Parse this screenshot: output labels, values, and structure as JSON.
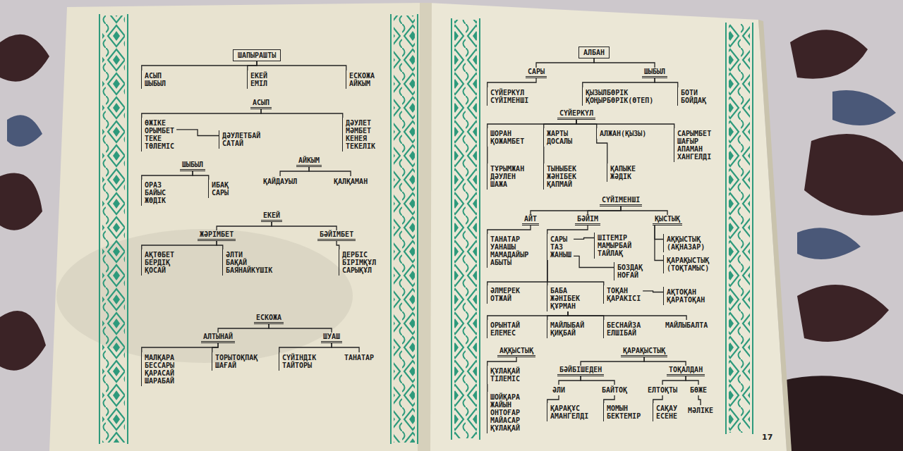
{
  "diagram": {
    "nodes": [
      {
        "text": [
          "ШАПЫРАШТЫ"
        ]
      },
      {
        "text": [
          "АСЫП",
          "ШЫБЫЛ"
        ]
      },
      {
        "text": [
          "ЕКЕЙ",
          "ЕМІЛ"
        ]
      },
      {
        "text": [
          "ЕСКОЖА",
          "АЙКЫМ"
        ]
      },
      {
        "text": [
          "АСЫП"
        ]
      },
      {
        "text": [
          "ӨЖІКЕ",
          "ОРЫМБЕТ",
          "ТЕКЕ",
          "ТӨЛЕМІС"
        ]
      },
      {
        "text": [
          "ДӘУЛЕТБАЙ",
          "САТАЙ"
        ]
      },
      {
        "text": [
          "ДӘУЛЕТ",
          "МӘМБЕТ",
          "КЕНЕЯ",
          "ТЕКЕЛІК"
        ]
      },
      {
        "text": [
          "ШЫБЫЛ"
        ]
      },
      {
        "text": [
          "АЙКЫМ"
        ]
      },
      {
        "text": [
          "ОРАЗ",
          "БАЙЫС",
          "ЖӨДІК"
        ]
      },
      {
        "text": [
          "ИБАҚ",
          "САРЫ"
        ]
      },
      {
        "text": [
          "ҚАЙДАУЫЛ"
        ]
      },
      {
        "text": [
          "ҚАЛҚАМАН"
        ]
      },
      {
        "text": [
          "ЕКЕЙ"
        ]
      },
      {
        "text": [
          "ЖӘРІМБЕТ"
        ]
      },
      {
        "text": [
          "БӘЙІМБЕТ"
        ]
      },
      {
        "text": [
          "АҚТӨБЕТ",
          "БЕРДІҚ",
          "ҚОСАЙ"
        ]
      },
      {
        "text": [
          "ӘЛТИ",
          "БАҚАЙ",
          "БАЯНАЙКҮШІК"
        ]
      },
      {
        "text": [
          "ДЕРБІС",
          "БІРІМҚҰЛ",
          "САРЫҚҰЛ"
        ]
      },
      {
        "text": [
          "ЕСКОЖА"
        ]
      },
      {
        "text": [
          "АЛТЫНАЙ"
        ]
      },
      {
        "text": [
          "ШУАШ"
        ]
      },
      {
        "text": [
          "МАЛҚАРА",
          "БЕССАРЫ",
          "ҚАРАСАЙ",
          "ШАРАБАЙ"
        ]
      },
      {
        "text": [
          "ТОРЫТОҚПАҚ",
          "ШАҒАЙ"
        ]
      },
      {
        "text": [
          "СҮЙІНДІК",
          "ТАЙТОРЫ"
        ]
      },
      {
        "text": [
          "ТАНАТАР"
        ]
      },
      {
        "text": [
          "АЛБАН"
        ]
      },
      {
        "text": [
          "САРЫ"
        ]
      },
      {
        "text": [
          "ШЫБЫЛ"
        ]
      },
      {
        "text": [
          "СҮЙЕРКҮЛ",
          "СҮЙІМЕНШІ"
        ]
      },
      {
        "text": [
          "ҚЫЗЫЛБӨРІК",
          "ҚОҢЫРБӨРІК(ӨТЕП)"
        ]
      },
      {
        "text": [
          "БОТИ",
          "БОЙДАҚ"
        ]
      },
      {
        "text": [
          "СҮЙЕРКҮЛ"
        ]
      },
      {
        "text": [
          "ШОРАН",
          "ҚОЖАМБЕТ"
        ]
      },
      {
        "text": [
          "ЖАРТЫ",
          "ДОСАЛЫ"
        ]
      },
      {
        "text": [
          "АЛЖАН(ҚЫЗЫ)"
        ]
      },
      {
        "text": [
          "САРЫМБЕТ",
          "ШАҒЫР",
          "АПАМАН",
          "ХАНГЕЛДІ"
        ]
      },
      {
        "text": [
          "ТҰРЫМЖАН",
          "ДӘУЛЕН",
          "ШАЖА"
        ]
      },
      {
        "text": [
          "ТЫНЫБЕК",
          "ЖӘНІБЕК",
          "ҚАПМАЙ"
        ]
      },
      {
        "text": [
          "ҚАПЫКЕ",
          "ЖӘДІК"
        ]
      },
      {
        "text": [
          "СҮЙІМЕНШІ"
        ]
      },
      {
        "text": [
          "АЙТ"
        ]
      },
      {
        "text": [
          "БӘЙІМ"
        ]
      },
      {
        "text": [
          "ҚЫСТЫҚ"
        ]
      },
      {
        "text": [
          "ТАНАТАР",
          "УАНАШЫ",
          "МАМАДАЙЫР",
          "АБЫТЫ"
        ]
      },
      {
        "text": [
          "САРЫ",
          "ТАЗ",
          "ЖАНЫШ"
        ]
      },
      {
        "text": [
          "ШІТЕМІР",
          "МАМЫРБАЙ",
          "ТАЙЛАҚ"
        ]
      },
      {
        "text": [
          "БОЗДАҚ",
          "НОҒАЙ"
        ]
      },
      {
        "text": [
          "АҚҚЫСТЫҚ (АҚНАЗАР)"
        ]
      },
      {
        "text": [
          "ҚАРАҚЫСТЫҚ (ТОҚТАМЫС)"
        ]
      },
      {
        "text": [
          "ӘЛМЕРЕК",
          "ОТЖАЙ"
        ]
      },
      {
        "text": [
          "БАБА",
          "ЖӘНІБЕК",
          "ҚҰРМАН"
        ]
      },
      {
        "text": [
          "ТОҚАН",
          "ҚАРАКІСІ"
        ]
      },
      {
        "text": [
          "АҚТОҚАН",
          "ҚАРАТОҚАН"
        ]
      },
      {
        "text": [
          "ОРЫНТАЙ",
          "ЕЛЕМЕС"
        ]
      },
      {
        "text": [
          "МАЙЛЫБАЙ",
          "ҚИҚБАЙ"
        ]
      },
      {
        "text": [
          "БЕСНАЙЗА",
          "ЕЛШІБАЙ"
        ]
      },
      {
        "text": [
          "МАЙЛЫБАЛТА"
        ]
      },
      {
        "text": [
          "АҚҚЫСТЫҚ"
        ]
      },
      {
        "text": [
          "ҚАРАҚЫСТЫҚ"
        ]
      },
      {
        "text": [
          "ҚҰЛАҚАЙ",
          "ТІЛЕМІС"
        ]
      },
      {
        "text": [
          "ШОЙҚАРА",
          "ЖАЙЫН",
          "ОНТОҒАР",
          "МАЙАСАР",
          "ҚҰЛАҚАЙ"
        ]
      },
      {
        "text": [
          "БӘЙБІШЕДЕН"
        ]
      },
      {
        "text": [
          "ТОҚАЛДАН"
        ]
      },
      {
        "text": [
          "ӘЛИ"
        ]
      },
      {
        "text": [
          "БАЙТОҚ"
        ]
      },
      {
        "text": [
          "ЕЛТОҚТЫ"
        ]
      },
      {
        "text": [
          "БӨЖЕ"
        ]
      },
      {
        "text": [
          "ҚАРАҚҰС",
          "АМАНГЕЛДІ"
        ]
      },
      {
        "text": [
          "МОМЫН",
          "БЕКТЕМІР"
        ]
      },
      {
        "text": [
          "САҚАУ",
          "ЕСЕНЕ"
        ]
      },
      {
        "text": [
          "МӘЛІКЕ"
        ]
      }
    ],
    "edges": [
      {
        "from": 0,
        "to": 1,
        "arrow": "none"
      },
      {
        "from": 0,
        "to": 2,
        "arrow": "none"
      },
      {
        "from": 0,
        "to": 3,
        "arrow": "none"
      },
      {
        "from": 4,
        "to": 5,
        "arrow": "none"
      },
      {
        "from": 4,
        "to": 7,
        "arrow": "none"
      },
      {
        "from": 5,
        "to": 6,
        "arrow": "none"
      },
      {
        "from": 8,
        "to": 10,
        "arrow": "none"
      },
      {
        "from": 8,
        "to": 11,
        "arrow": "none"
      },
      {
        "from": 9,
        "to": 12,
        "arrow": "none"
      },
      {
        "from": 9,
        "to": 13,
        "arrow": "none"
      },
      {
        "from": 14,
        "to": 15,
        "arrow": "none"
      },
      {
        "from": 14,
        "to": 16,
        "arrow": "none"
      },
      {
        "from": 15,
        "to": 17,
        "arrow": "none"
      },
      {
        "from": 15,
        "to": 18,
        "arrow": "none"
      },
      {
        "from": 16,
        "to": 19,
        "arrow": "none"
      },
      {
        "from": 20,
        "to": 21,
        "arrow": "none"
      },
      {
        "from": 20,
        "to": 22,
        "arrow": "none"
      },
      {
        "from": 21,
        "to": 23,
        "arrow": "none"
      },
      {
        "from": 21,
        "to": 24,
        "arrow": "none"
      },
      {
        "from": 22,
        "to": 25,
        "arrow": "none"
      },
      {
        "from": 22,
        "to": 26,
        "arrow": "none"
      },
      {
        "from": 27,
        "to": 28,
        "arrow": "none"
      },
      {
        "from": 27,
        "to": 29,
        "arrow": "none"
      },
      {
        "from": 28,
        "to": 30,
        "arrow": "none"
      },
      {
        "from": 29,
        "to": 31,
        "arrow": "none"
      },
      {
        "from": 29,
        "to": 32,
        "arrow": "none"
      },
      {
        "from": 33,
        "to": 34,
        "arrow": "none"
      },
      {
        "from": 33,
        "to": 35,
        "arrow": "none"
      },
      {
        "from": 33,
        "to": 36,
        "arrow": "none"
      },
      {
        "from": 33,
        "to": 37,
        "arrow": "none"
      },
      {
        "from": 34,
        "to": 38,
        "arrow": "none"
      },
      {
        "from": 35,
        "to": 39,
        "arrow": "none"
      },
      {
        "from": 36,
        "to": 40,
        "arrow": "none"
      },
      {
        "from": 41,
        "to": 42,
        "arrow": "none"
      },
      {
        "from": 41,
        "to": 43,
        "arrow": "none"
      },
      {
        "from": 41,
        "to": 44,
        "arrow": "none"
      },
      {
        "from": 42,
        "to": 45,
        "arrow": "none"
      },
      {
        "from": 43,
        "to": 46,
        "arrow": "none"
      },
      {
        "from": 46,
        "to": 47,
        "arrow": "none"
      },
      {
        "from": 46,
        "to": 48,
        "arrow": "none"
      },
      {
        "from": 44,
        "to": 49,
        "arrow": "none"
      },
      {
        "from": 44,
        "to": 50,
        "arrow": "none"
      },
      {
        "from": 46,
        "to": 51,
        "arrow": "none"
      },
      {
        "from": 46,
        "to": 52,
        "arrow": "none"
      },
      {
        "from": 46,
        "to": 53,
        "arrow": "none"
      },
      {
        "from": 53,
        "to": 54,
        "arrow": "none"
      },
      {
        "from": 52,
        "to": 55,
        "arrow": "none"
      },
      {
        "from": 52,
        "to": 56,
        "arrow": "none"
      },
      {
        "from": 52,
        "to": 57,
        "arrow": "none"
      },
      {
        "from": 52,
        "to": 58,
        "arrow": "none"
      },
      {
        "from": 59,
        "to": 61,
        "arrow": "none"
      },
      {
        "from": 61,
        "to": 62,
        "arrow": "none"
      },
      {
        "from": 60,
        "to": 63,
        "arrow": "none"
      },
      {
        "from": 60,
        "to": 64,
        "arrow": "none"
      },
      {
        "from": 63,
        "to": 65,
        "arrow": "none"
      },
      {
        "from": 63,
        "to": 66,
        "arrow": "none"
      },
      {
        "from": 64,
        "to": 67,
        "arrow": "none"
      },
      {
        "from": 64,
        "to": 68,
        "arrow": "none"
      },
      {
        "from": 65,
        "to": 69,
        "arrow": "none"
      },
      {
        "from": 66,
        "to": 70,
        "arrow": "none"
      },
      {
        "from": 67,
        "to": 71,
        "arrow": "none"
      },
      {
        "from": 68,
        "to": 72,
        "arrow": "none"
      }
    ],
    "labels": [
      "17"
    ]
  }
}
